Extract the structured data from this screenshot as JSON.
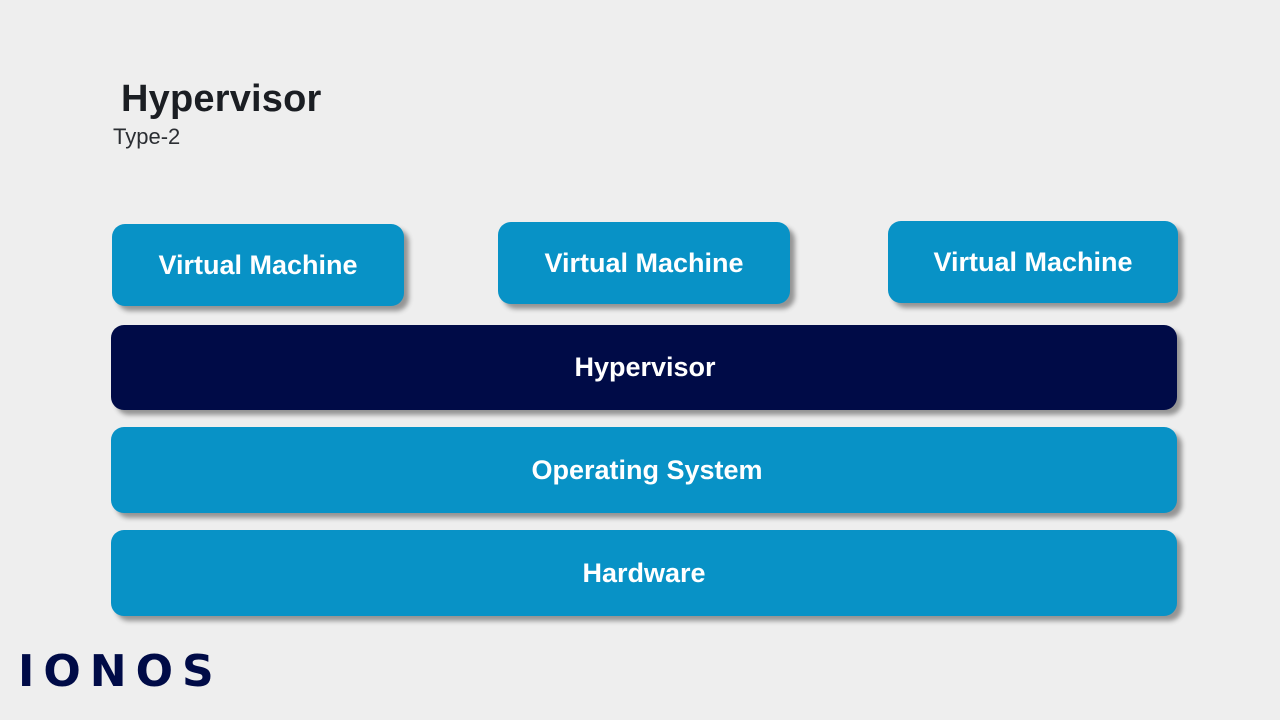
{
  "slide": {
    "background_color": "#eeeeee",
    "title": "Hypervisor",
    "subtitle": "Type-2"
  },
  "colors": {
    "accent_blue": "#0892c6",
    "navy": "#000b47",
    "background": "#eeeeee",
    "block_text": "#ffffff",
    "title_text": "#1b1e23"
  },
  "virtual_machines": [
    {
      "label": "Virtual Machine"
    },
    {
      "label": "Virtual Machine"
    },
    {
      "label": "Virtual Machine"
    }
  ],
  "stack": [
    {
      "label": "Hypervisor",
      "color": "#000b47"
    },
    {
      "label": "Operating System",
      "color": "#0892c6"
    },
    {
      "label": "Hardware",
      "color": "#0892c6"
    }
  ],
  "logo": {
    "text": "IONOS"
  }
}
